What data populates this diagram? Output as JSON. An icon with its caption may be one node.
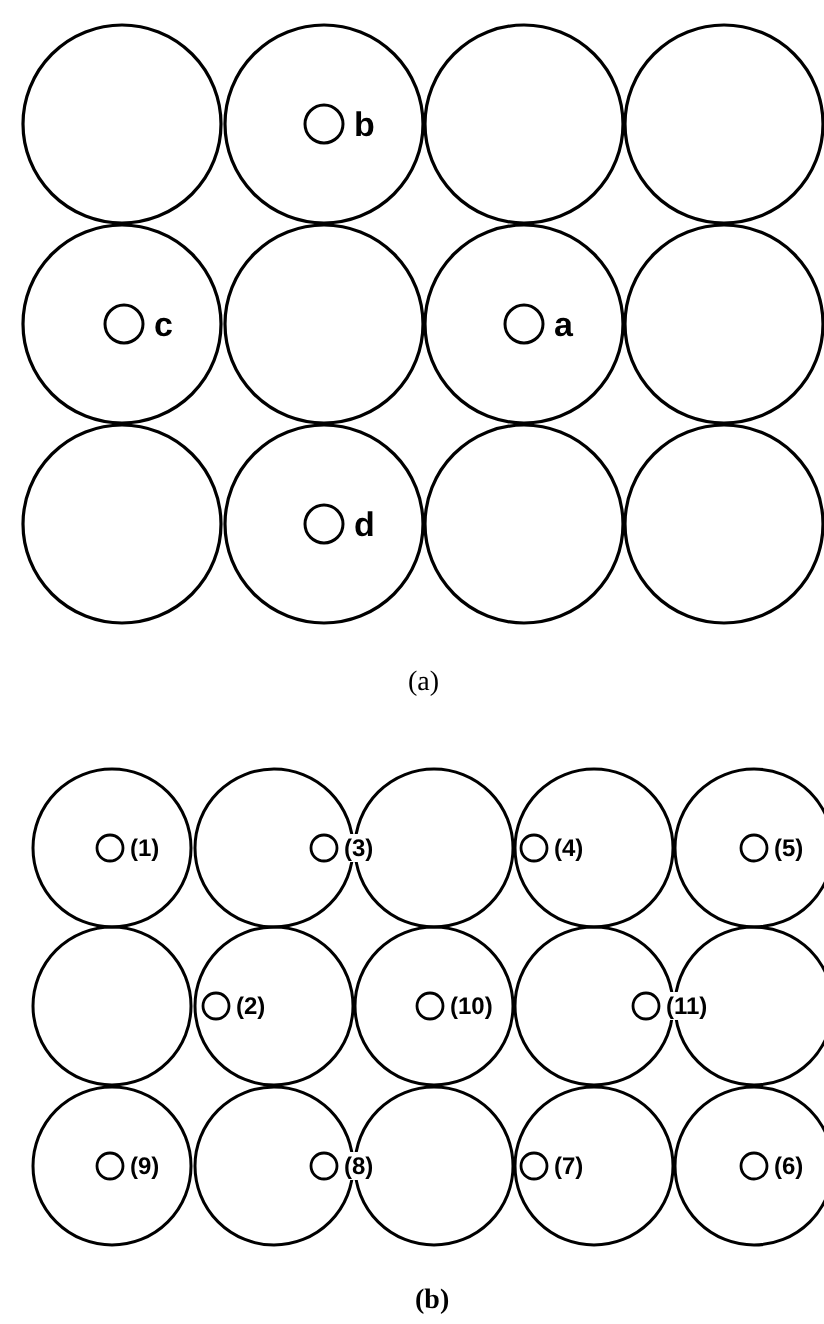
{
  "diagram": {
    "labels": [
      "b",
      "c",
      "a",
      "d",
      "(a)",
      "(1)",
      "(3)",
      "(4)",
      "(5)",
      "(2)",
      "(10)",
      "(11)",
      "(9)",
      "(8)",
      "(7)",
      "(6)",
      "(b)"
    ]
  }
}
